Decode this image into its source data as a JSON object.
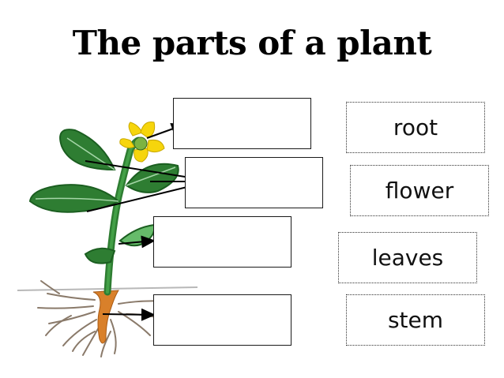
{
  "title": "The parts of a plant",
  "word_bank": [
    {
      "label": "root"
    },
    {
      "label": "flower"
    },
    {
      "label": "leaves"
    },
    {
      "label": "stem"
    }
  ],
  "blank_boxes": [
    "",
    "",
    "",
    ""
  ],
  "colors": {
    "leaf": "#2e7d32",
    "leaf_light": "#66bb6a",
    "flower": "#f6d50c",
    "root": "#d9802a",
    "roots_fine": "#8a7a6a"
  }
}
